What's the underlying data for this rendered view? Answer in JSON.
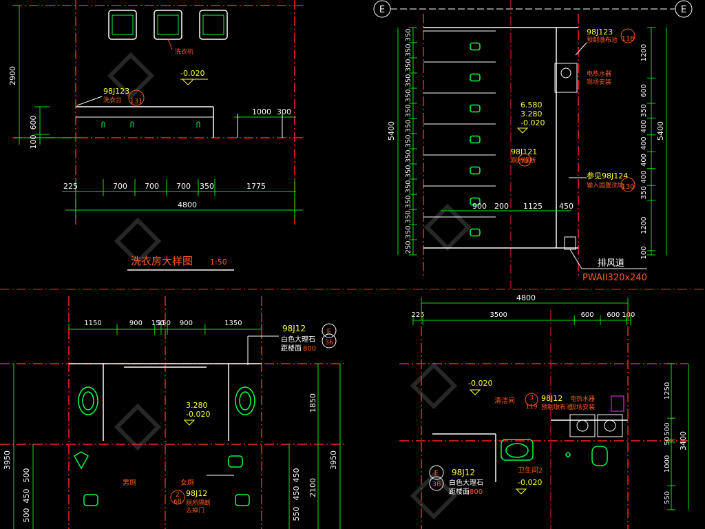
{
  "colors": {
    "background": "#000000",
    "axis": "#ff2020",
    "dim": "#00e600",
    "wall": "#ffffff",
    "fixture": "#00ff44",
    "text": "#ffffff",
    "note": "#ff5a1e",
    "level": "#ffff33",
    "tag": "#ff33ff",
    "watermark": "#2a2a2a"
  },
  "panel_tl": {
    "dims_top": [
      "2900",
      "600",
      "100"
    ],
    "dims_mid": [
      "1000",
      "300"
    ],
    "dims_bottom": [
      "225",
      "700",
      "700",
      "700",
      "350",
      "1775"
    ],
    "total": "4800",
    "washer_label": "洗衣机",
    "level": "-0.020",
    "ref_code": "98J123",
    "ref_sub": "洗衣台",
    "ref_num": "131",
    "title": "洗衣房大样图",
    "scale": "1:50"
  },
  "panel_tr": {
    "axis_left": "E",
    "axis_right": "E",
    "dims_left": [
      "350",
      "350",
      "350",
      "350",
      "350",
      "350",
      "350",
      "350",
      "350",
      "350",
      "350",
      "350",
      "350",
      "350",
      "250"
    ],
    "total_left": "5400",
    "total_right": "5400",
    "dims_right": [
      "1200",
      "600",
      "350",
      "400",
      "400",
      "400",
      "400",
      "350",
      "1200",
      "100"
    ],
    "levels": [
      "6.580",
      "3.280",
      "-0.020"
    ],
    "ref1_code": "98J121",
    "ref1_sub": "厕所隔断",
    "ref1_num": "72",
    "ref2_code": "98J123",
    "ref2_sub": "预制墩布池",
    "ref2_num": "118",
    "ref3_code": "参见98J124",
    "ref3_sub": "输入园置洗坑",
    "ref3_num": "130",
    "heater_note": "电热水器",
    "heater_note2": "现场安装",
    "dims_bottom": [
      "900",
      "200",
      "1125",
      "450"
    ],
    "vent_label": "排风道",
    "vent_code": "PWAII320x240"
  },
  "panel_bl": {
    "dims_top": [
      "1150",
      "900",
      "150",
      "150",
      "900",
      "1350"
    ],
    "ref_code": "98J12",
    "ref_circle": "E",
    "ref_num": "36",
    "ref_note1": "白色大理石",
    "ref_note2": "距楼面",
    "ref_note2_val": "800",
    "dims_right": [
      "1850",
      "2100"
    ],
    "total_left": "3950",
    "total_right": "3950",
    "dims_left": [
      "500",
      "450",
      "500"
    ],
    "dims_left2": [
      "450",
      "450",
      "550"
    ],
    "levels": [
      "3.280",
      "-0.020"
    ],
    "men_label": "男厕",
    "women_label": "女厕",
    "ref2_code": "98J12",
    "ref2_circle": "2",
    "ref2_num": "68",
    "ref2_sub": "厕所隔断",
    "ref2_sub2": "去掉门"
  },
  "panel_br": {
    "total": "4800",
    "dims_top": [
      "225",
      "3500",
      "600",
      "600",
      "100"
    ],
    "level": "-0.020",
    "room1": "清洁间",
    "ref_code": "98J12",
    "ref_circle": "3",
    "ref_num": "119",
    "ref_sub": "预制墩布池",
    "heater_note": "电热水器",
    "heater_note2": "现场安装",
    "room2": "卫生间2",
    "ref2_code": "98J12",
    "ref2_circle": "E",
    "ref2_num": "36",
    "ref2_note1": "白色大理石",
    "ref2_note2": "距楼面",
    "ref2_note2_val": "800",
    "level2": "-0.020",
    "dims_right": [
      "1250",
      "500",
      "50",
      "1000",
      "550"
    ],
    "total_right": "3400"
  }
}
